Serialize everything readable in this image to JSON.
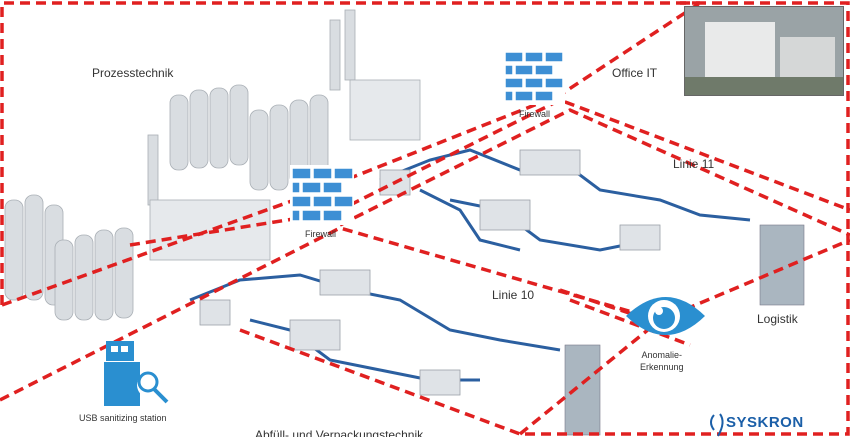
{
  "zones": {
    "process": "Prozesstechnik",
    "office": "Office IT",
    "line11": "Linie 11",
    "line10": "Linie 10",
    "logistics": "Logistik",
    "packaging": "Abfüll- und Verpackungstechnik"
  },
  "firewalls": [
    "Firewall",
    "Firewall"
  ],
  "anomaly": {
    "line1": "Anomalie-",
    "line2": "Erkennung"
  },
  "usb": "USB sanitizing station",
  "brand": "SYSKRON",
  "colors": {
    "zone_border": "#e02020",
    "icon_blue": "#2a8fd0",
    "firewall_blue": "#3d8fd4"
  }
}
